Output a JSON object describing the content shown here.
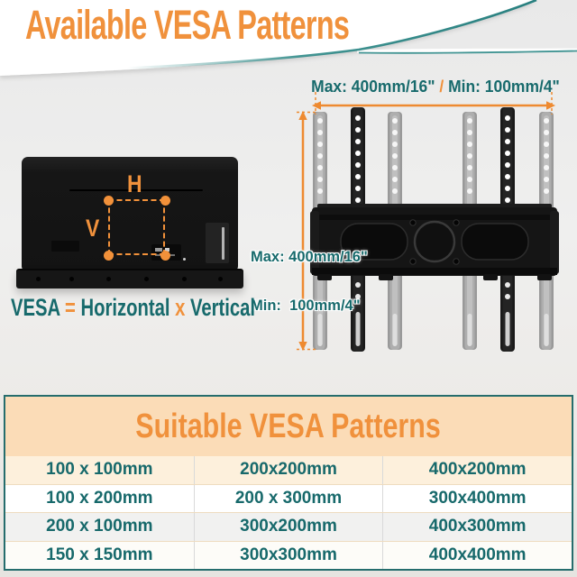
{
  "title": "Available VESA Patterns",
  "colors": {
    "orange": "#f0913c",
    "teal": "#176a6c"
  },
  "tv": {
    "h_label": "H",
    "v_label": "V",
    "formula": {
      "vesa": "VESA",
      "equals": " = ",
      "horizontal": "Horizontal",
      "x": " x ",
      "vertical": "Vertical"
    }
  },
  "bracket": {
    "top_dimension": {
      "max": "Max: 400mm/16\"",
      "separator": " / ",
      "min": "Min: 100mm/4\""
    },
    "side_dimension": {
      "max_line": "Max: 400mm/16\"",
      "min_line": "Min:  100mm/4\""
    }
  },
  "table": {
    "title": "Suitable VESA Patterns",
    "rows": [
      [
        "100 x 100mm",
        "200x200mm",
        "400x200mm"
      ],
      [
        "100 x 200mm",
        "200 x 300mm",
        "300x400mm"
      ],
      [
        "200 x 100mm",
        "300x200mm",
        "400x300mm"
      ],
      [
        "150 x 150mm",
        "300x300mm",
        "400x400mm"
      ]
    ]
  }
}
